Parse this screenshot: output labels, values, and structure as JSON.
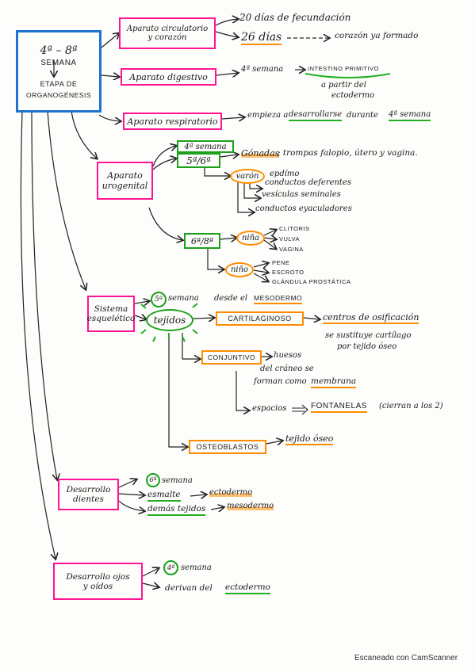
{
  "root": {
    "line1": "4ª – 8ª",
    "line2": "SEMANA",
    "line3": "ETAPA DE",
    "line4": "ORGANOGÉNESIS"
  },
  "circulatorio": {
    "box1": "Aparato circulatorio",
    "box2": "y corazón",
    "d1": "20 días de fecundación",
    "d2": "26 días",
    "d3": "corazón ya formado"
  },
  "digestivo": {
    "box": "Aparato digestivo",
    "week": "4ª semana",
    "tube": "INTESTINO PRIMITIVO",
    "origin1": "a partir del",
    "origin2": "ectodermo"
  },
  "respiratorio": {
    "box": "Aparato respiratorio",
    "text1": "empieza a",
    "text2": "desarrollarse",
    "text3": "durante",
    "text4": "4ª semana"
  },
  "urogenital": {
    "box1": "Aparato",
    "box2": "urogenital",
    "w4": "4ª semana",
    "w56": "5ª/6ª",
    "gonadas": "Gónadas",
    "gonadas_rest": "; trompas falopio, útero y vagina.",
    "varon": "varón",
    "varon_items": [
      "epdímo",
      "conductos deferentes",
      "vesículas seminales",
      "conductos eyaculadores"
    ],
    "w78": "6ª/8ª",
    "nina": "niña",
    "nina_items": [
      "CLITORIS",
      "VULVA",
      "VAGINA"
    ],
    "nino": "niño",
    "nino_items": [
      "PENE",
      "ESCROTO",
      "GLÁNDULA PROSTÁTICA"
    ]
  },
  "esqueletico": {
    "box1": "Sistema",
    "box2": "esquelético",
    "week_num": "5ª",
    "week_txt": "semana",
    "desde": "desde el",
    "meso": "MESODERMO",
    "tejidos": "tejidos",
    "cart": "CARTILAGINOSO",
    "centros": "centros de osificación",
    "sust1": "se sustituye cartílago",
    "sust2": "por tejido óseo",
    "conj": "CONJUNTIVO",
    "huesos1": "huesos",
    "huesos2": "del cráneo se",
    "huesos3": "forman como",
    "membrana": "membrana",
    "espacios": "espacios",
    "fontanelas": "FONTANELAS",
    "cierran": "(cierran a los 2)",
    "osteo": "OSTEOBLASTOS",
    "oseo": "tejido óseo"
  },
  "dientes": {
    "box1": "Desarrollo",
    "box2": "dientes",
    "num": "6ª",
    "week": "semana",
    "esmalte": "esmalte",
    "ecto": "ectodermo",
    "demas": "demás tejidos",
    "meso": "mesodermo"
  },
  "ojos": {
    "box1": "Desarrollo ojos",
    "box2": "y oídos",
    "num": "4ª",
    "week": "semana",
    "derivan": "derivan del",
    "ecto": "ectodermo"
  },
  "footer": "Escaneado con CamScanner",
  "colors": {
    "pink": "#ff1493",
    "green": "#1aa01a",
    "orange": "#ff8c00",
    "blue": "#1e73d2"
  }
}
